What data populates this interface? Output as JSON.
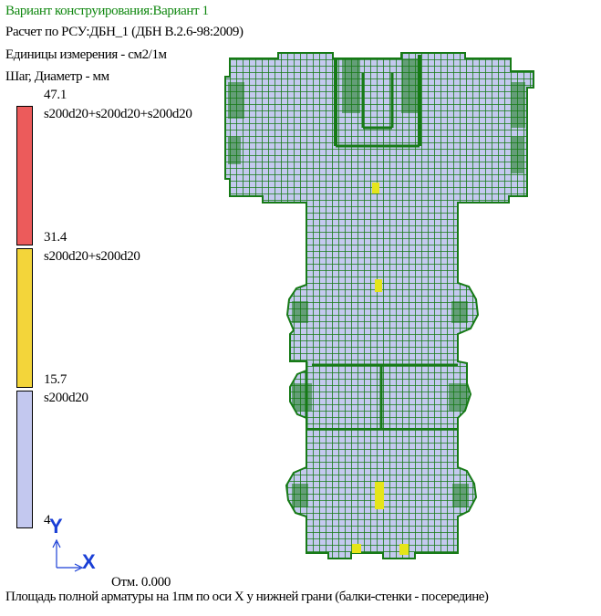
{
  "header": {
    "variant": "Вариант конструирования:Вариант 1",
    "calc": "Расчет по РСУ:ДБН_1 (ДБН В.2.6-98:2009)",
    "units": "Единицы измерения - см2/1м",
    "step": "Шаг, Диаметр - мм"
  },
  "legend": [
    {
      "value": "47.1",
      "label": "s200d20+s200d20+s200d20",
      "color": "#ec5b5b"
    },
    {
      "value": "31.4",
      "label": "s200d20+s200d20",
      "color": "#f3d53a"
    },
    {
      "value": "15.7",
      "label": "s200d20",
      "color": "#c3c8ef"
    },
    {
      "value": "4",
      "label": "",
      "color": ""
    }
  ],
  "axes": {
    "y": "Y",
    "x": "X",
    "color": "#1a3fd6"
  },
  "elevation": "Отм. 0.000",
  "caption": "Площадь полной арматуры на 1пм по оси X у нижней грани (балки-стенки - посередине)",
  "colors": {
    "mesh": "#167a16",
    "fill": "#c4c9ef",
    "yellow": "#e5e51a",
    "header": "#118811"
  }
}
